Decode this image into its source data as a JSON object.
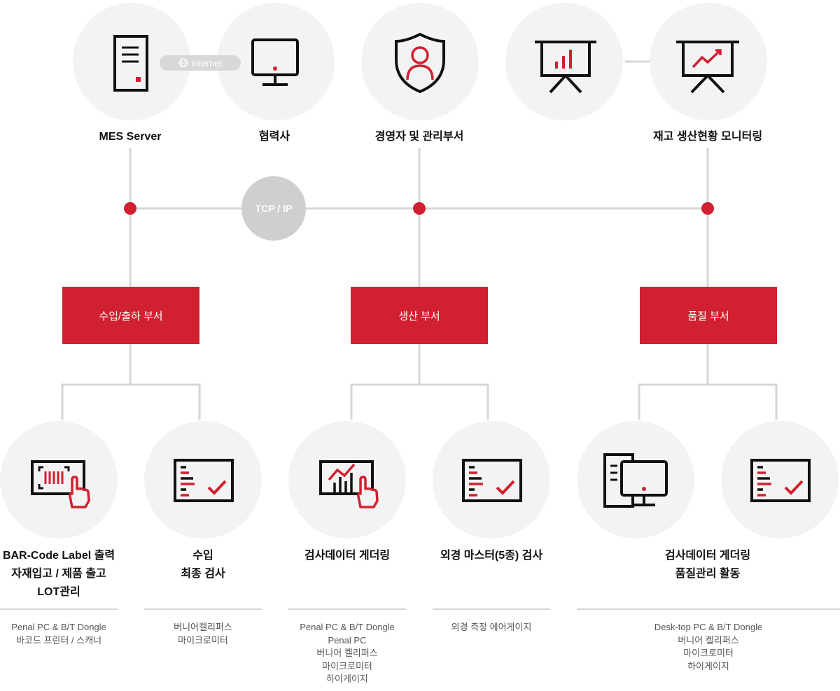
{
  "top": {
    "mes_label": "MES Server",
    "internet_label": "internet",
    "partner_label": "협력사",
    "management_label": "경영자 및 관리부서",
    "monitoring_label": "재고 생산현황 모니터링"
  },
  "network": {
    "protocol_label": "TCP / IP"
  },
  "departments": {
    "receiving": "수입/출하 부서",
    "production": "생산 부서",
    "quality": "품질 부서"
  },
  "stations": {
    "barcode": {
      "lines": [
        "BAR-Code Label 출력",
        "자재입고 / 제품 출고",
        "LOT관리"
      ],
      "equipment": [
        "Penal PC & B/T Dongle",
        "바코드 프린터 / 스캐너"
      ]
    },
    "incoming_inspection": {
      "lines": [
        "수입",
        "최종 검사"
      ],
      "equipment": [
        "버니어켈리퍼스",
        "마이크로미터"
      ]
    },
    "data_gathering": {
      "lines": [
        "검사데이터 게더링"
      ],
      "equipment": [
        "Penal PC & B/T Dongle",
        "Penal PC",
        "버니어 켈리퍼스",
        "마이크로미터",
        "하이게이지"
      ]
    },
    "visual_master": {
      "lines": [
        "외경 마스터(5종) 검사"
      ],
      "equipment": [
        "외경 측정 에어게이지"
      ]
    },
    "quality_activity": {
      "lines": [
        "검사데이터 게더링",
        "품질관리 활동"
      ],
      "equipment": [
        "Desk-top PC & B/T Dongle",
        "버니어 켈리퍼스",
        "마이크로미터",
        "하이게이지"
      ]
    }
  },
  "colors": {
    "accent": "#d1202f",
    "line": "#d6d6d6",
    "circle": "#f3f3f3"
  },
  "icons": {
    "mes": "server-icon",
    "partner": "monitor-icon",
    "management": "shield-user-icon",
    "monitoring_a": "bar-chart-board-icon",
    "monitoring_b": "line-chart-board-icon",
    "barcode": "barcode-scan-icon",
    "incoming": "checklist-icon",
    "gathering": "chart-touch-icon",
    "master": "checklist-icon",
    "quality": "desktop-document-icon",
    "quality2": "checklist-icon"
  }
}
